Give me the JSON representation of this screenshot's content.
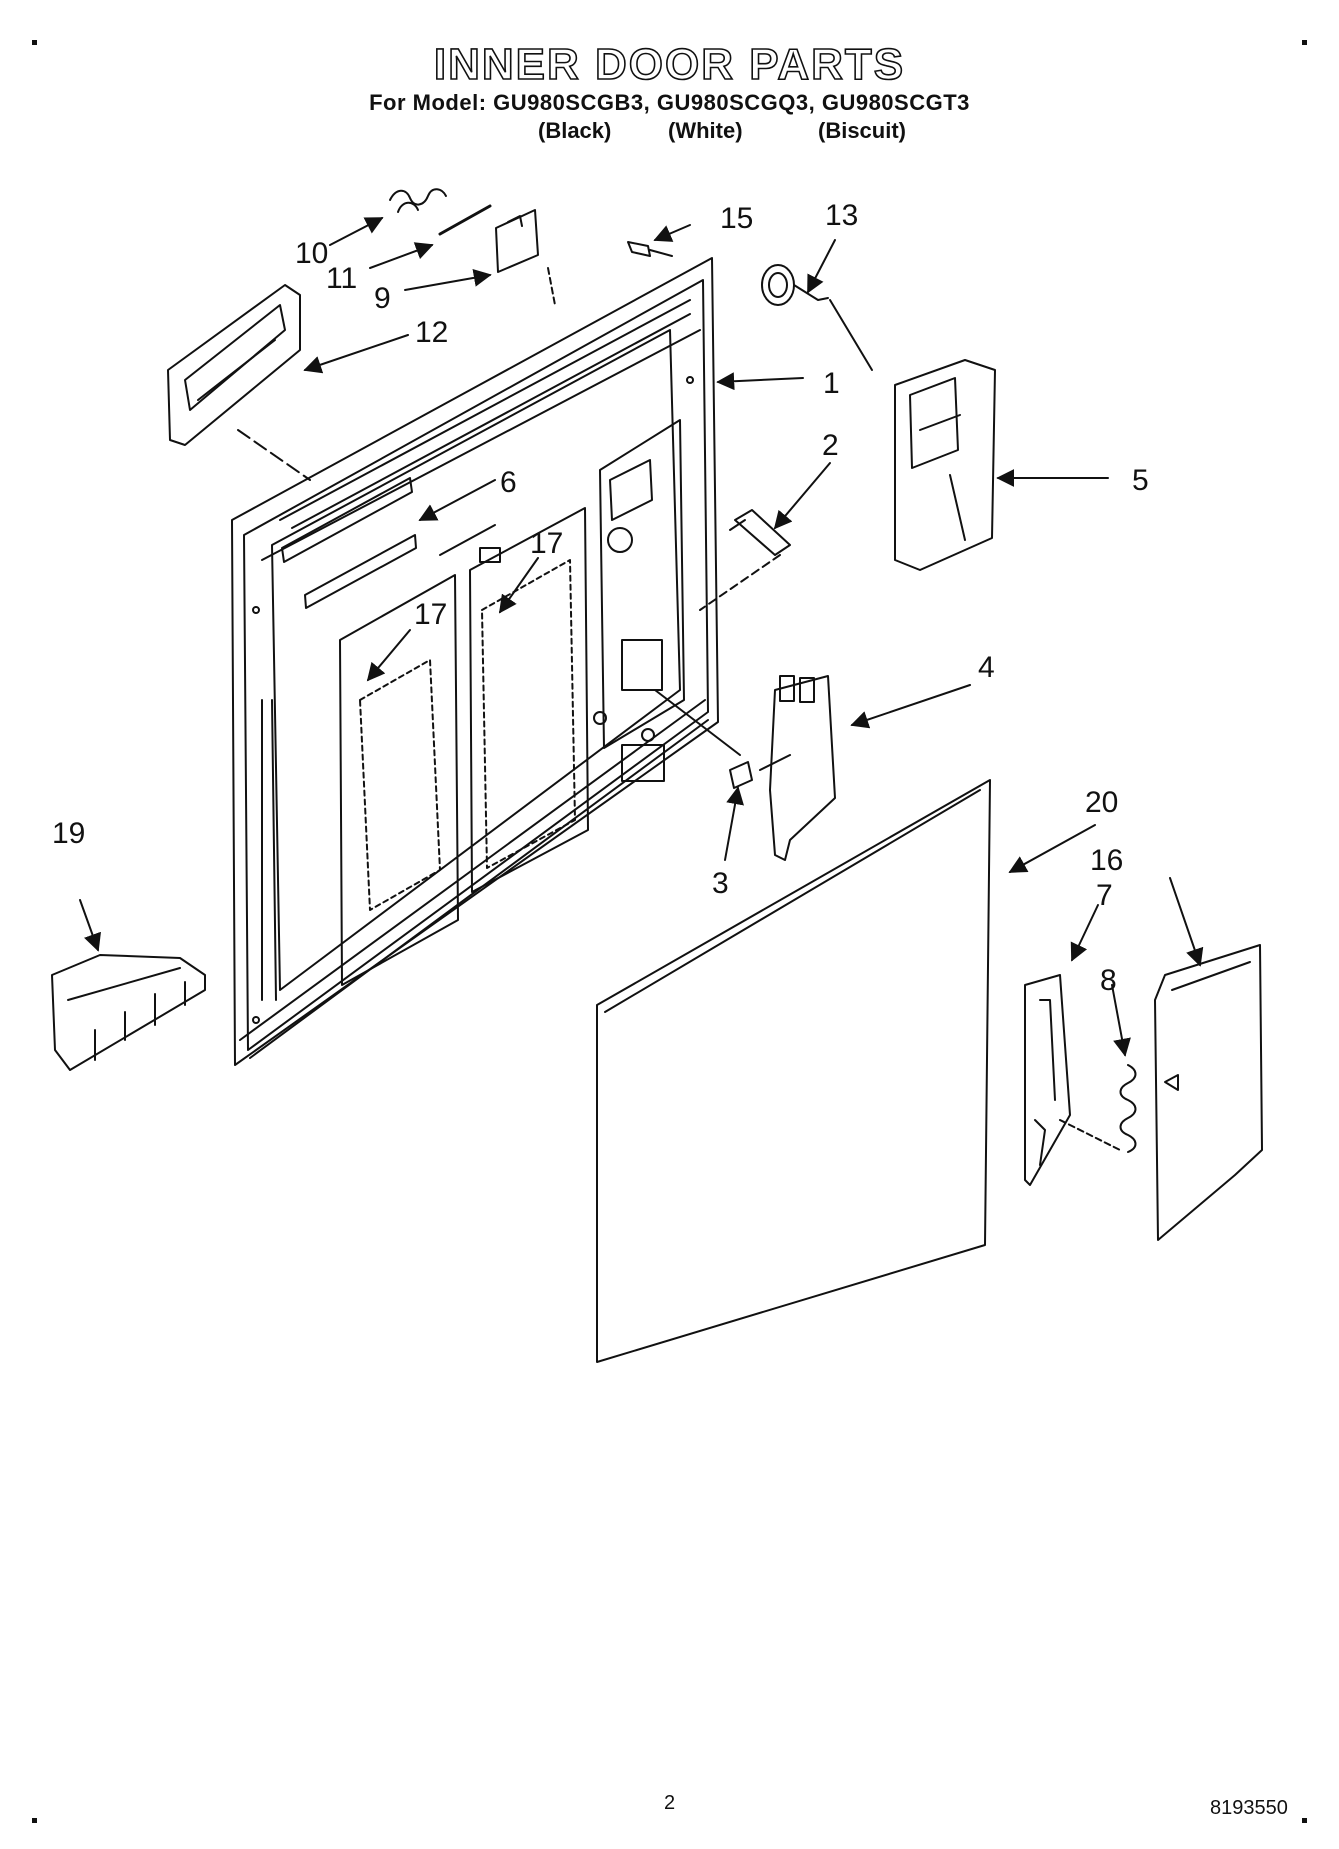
{
  "header": {
    "title": "INNER DOOR PARTS",
    "subtitle": "For Model: GU980SCGB3, GU980SCGQ3, GU980SCGT3",
    "variants": [
      "(Black)",
      "(White)",
      "(Biscuit)"
    ]
  },
  "parts": [
    {
      "id": "part-1",
      "label": "1"
    },
    {
      "id": "part-2",
      "label": "2"
    },
    {
      "id": "part-3",
      "label": "3"
    },
    {
      "id": "part-4",
      "label": "4"
    },
    {
      "id": "part-5",
      "label": "5"
    },
    {
      "id": "part-6",
      "label": "6"
    },
    {
      "id": "part-7",
      "label": "7"
    },
    {
      "id": "part-8",
      "label": "8"
    },
    {
      "id": "part-9",
      "label": "9"
    },
    {
      "id": "part-10",
      "label": "10"
    },
    {
      "id": "part-11",
      "label": "11"
    },
    {
      "id": "part-12",
      "label": "12"
    },
    {
      "id": "part-13",
      "label": "13"
    },
    {
      "id": "part-15",
      "label": "15"
    },
    {
      "id": "part-16",
      "label": "16"
    },
    {
      "id": "part-17a",
      "label": "17"
    },
    {
      "id": "part-17b",
      "label": "17"
    },
    {
      "id": "part-19",
      "label": "19"
    },
    {
      "id": "part-20",
      "label": "20"
    }
  ],
  "footer": {
    "page_number": "2",
    "doc_number": "8193550"
  }
}
